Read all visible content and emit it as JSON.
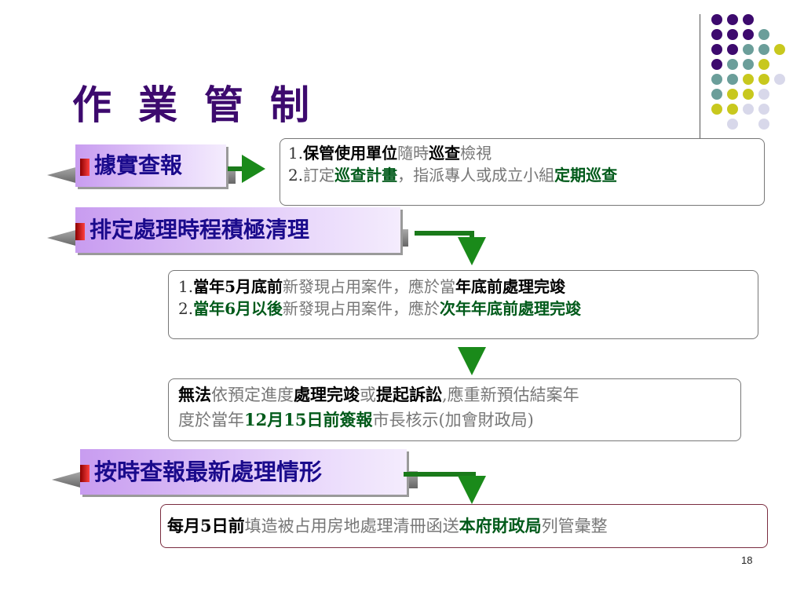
{
  "title": [
    "作",
    "業",
    "管",
    "制"
  ],
  "colors": {
    "dark_purple": "#3d0a6e",
    "teal": "#6b9e9a",
    "yellow_green": "#c8c81e",
    "lavender": "#d8d8ea",
    "green": "#1a8a1a",
    "tab_text": "#1a0a8c"
  },
  "tabs": {
    "t1": "據實查報",
    "t2": "排定處理時程積極清理",
    "t3": "按時查報最新處理情形"
  },
  "box1": {
    "l1": {
      "num": "1.",
      "a": "保管使用單位",
      "b": "隨時",
      "c": "巡查",
      "d": "檢視"
    },
    "l2": {
      "num": "2.",
      "a": "訂定",
      "b": "巡查計畫",
      "c": "，指派專人或成立小組",
      "d": "定期巡查"
    }
  },
  "box2": {
    "l1": {
      "num": "1.",
      "a": "當年5月底前",
      "b": "新發現占用案件，應於當",
      "c": "年底前處理完竣"
    },
    "l2": {
      "num": "2.",
      "a": "當年6月以後",
      "b": "新發現占用案件，應於",
      "c": "次年年底前處理完竣"
    }
  },
  "box3": {
    "l1": {
      "a": "無法",
      "b": "依預定進度",
      "c": "處理完竣",
      "d": "或",
      "e": "提起訴訟",
      "f": ",應重新預估結案年"
    },
    "l2": {
      "a": "度於當年",
      "b": "12月15日前簽報",
      "c": "市長核示(加會財政局)"
    }
  },
  "box4": {
    "a": "每月5日前",
    "b": "填造被占用房地處理清冊函送",
    "c": "本府財政局",
    "d": "列管彙整"
  },
  "page_number": "18"
}
